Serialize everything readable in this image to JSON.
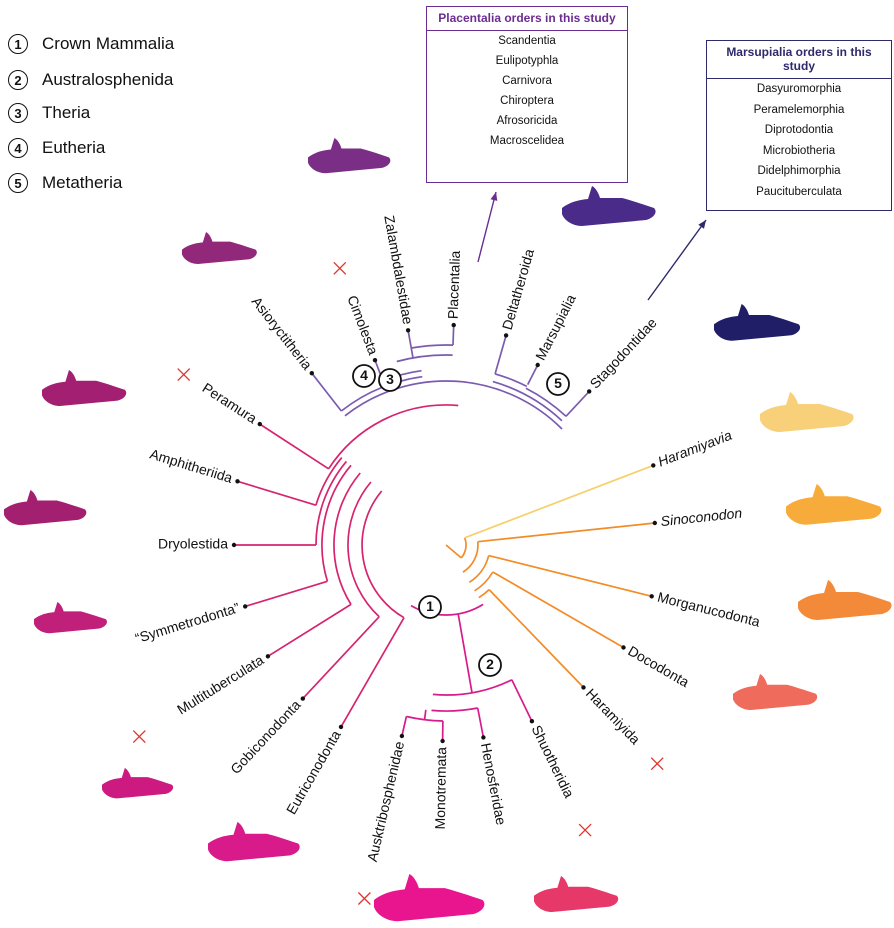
{
  "node_key": [
    {
      "number": "1",
      "label": "Crown Mammalia"
    },
    {
      "number": "2",
      "label": "Australosphenida"
    },
    {
      "number": "3",
      "label": "Theria"
    },
    {
      "number": "4",
      "label": "Eutheria"
    },
    {
      "number": "5",
      "label": "Metatheria"
    }
  ],
  "placentalia_box": {
    "title": "Placentalia orders in this study",
    "orders": [
      "Scandentia",
      "Eulipotyphla",
      "Carnivora",
      "Chiroptera",
      "Afrosoricida",
      "Macroscelidea"
    ]
  },
  "marsupialia_box": {
    "title": "Marsupialia orders in this study",
    "orders": [
      "Dasyuromorphia",
      "Peramelemorphia",
      "Diprotodontia",
      "Microbiotheria",
      "Didelphimorphia",
      "Paucituberculata"
    ]
  },
  "taxa": [
    {
      "label": "Haramiyavia",
      "italic": true,
      "extinct": false
    },
    {
      "label": "Sinoconodon",
      "italic": true,
      "extinct": false
    },
    {
      "label": "Morganucodonta",
      "italic": false,
      "extinct": false
    },
    {
      "label": "Docodonta",
      "italic": false,
      "extinct": false
    },
    {
      "label": "Haramiyida",
      "italic": false,
      "extinct": true
    },
    {
      "label": "Shuotheridia",
      "italic": false,
      "extinct": true
    },
    {
      "label": "Henosferidae",
      "italic": false,
      "extinct": false
    },
    {
      "label": "Monotremata",
      "italic": false,
      "extinct": false
    },
    {
      "label": "Ausktribosphenidae",
      "italic": false,
      "extinct": true
    },
    {
      "label": "Eutriconodonta",
      "italic": false,
      "extinct": false
    },
    {
      "label": "Gobiconodonta",
      "italic": false,
      "extinct": false
    },
    {
      "label": "Multituberculata",
      "italic": false,
      "extinct": true
    },
    {
      "label": "“Symmetrodonta”",
      "italic": false,
      "extinct": false
    },
    {
      "label": "Dryolestida",
      "italic": false,
      "extinct": false
    },
    {
      "label": "Amphitheriida",
      "italic": false,
      "extinct": false
    },
    {
      "label": "Peramura",
      "italic": false,
      "extinct": true
    },
    {
      "label": "Asioryctitheria",
      "italic": false,
      "extinct": false
    },
    {
      "label": "Cimolesta",
      "italic": false,
      "extinct": true
    },
    {
      "label": "Zalambdalestidae",
      "italic": false,
      "extinct": false
    },
    {
      "label": "Placentalia",
      "italic": false,
      "extinct": false
    },
    {
      "label": "Deltatheroida",
      "italic": false,
      "extinct": false
    },
    {
      "label": "Marsupialia",
      "italic": false,
      "extinct": false
    },
    {
      "label": "Stagodontidae",
      "italic": false,
      "extinct": false
    }
  ],
  "node_markers": [
    "1",
    "2",
    "3",
    "4",
    "5"
  ],
  "colors": {
    "haramiyavia": "#f7cf6b",
    "stem": "#f28c28",
    "australosphenida": "#d81b8c",
    "mammaliaform_crown": "#d6246e",
    "theria": "#7b5bb0",
    "extinct_cross": "#e0342c",
    "placentalia_box": "#6b2d91",
    "marsupialia_box": "#2e2a6b"
  }
}
